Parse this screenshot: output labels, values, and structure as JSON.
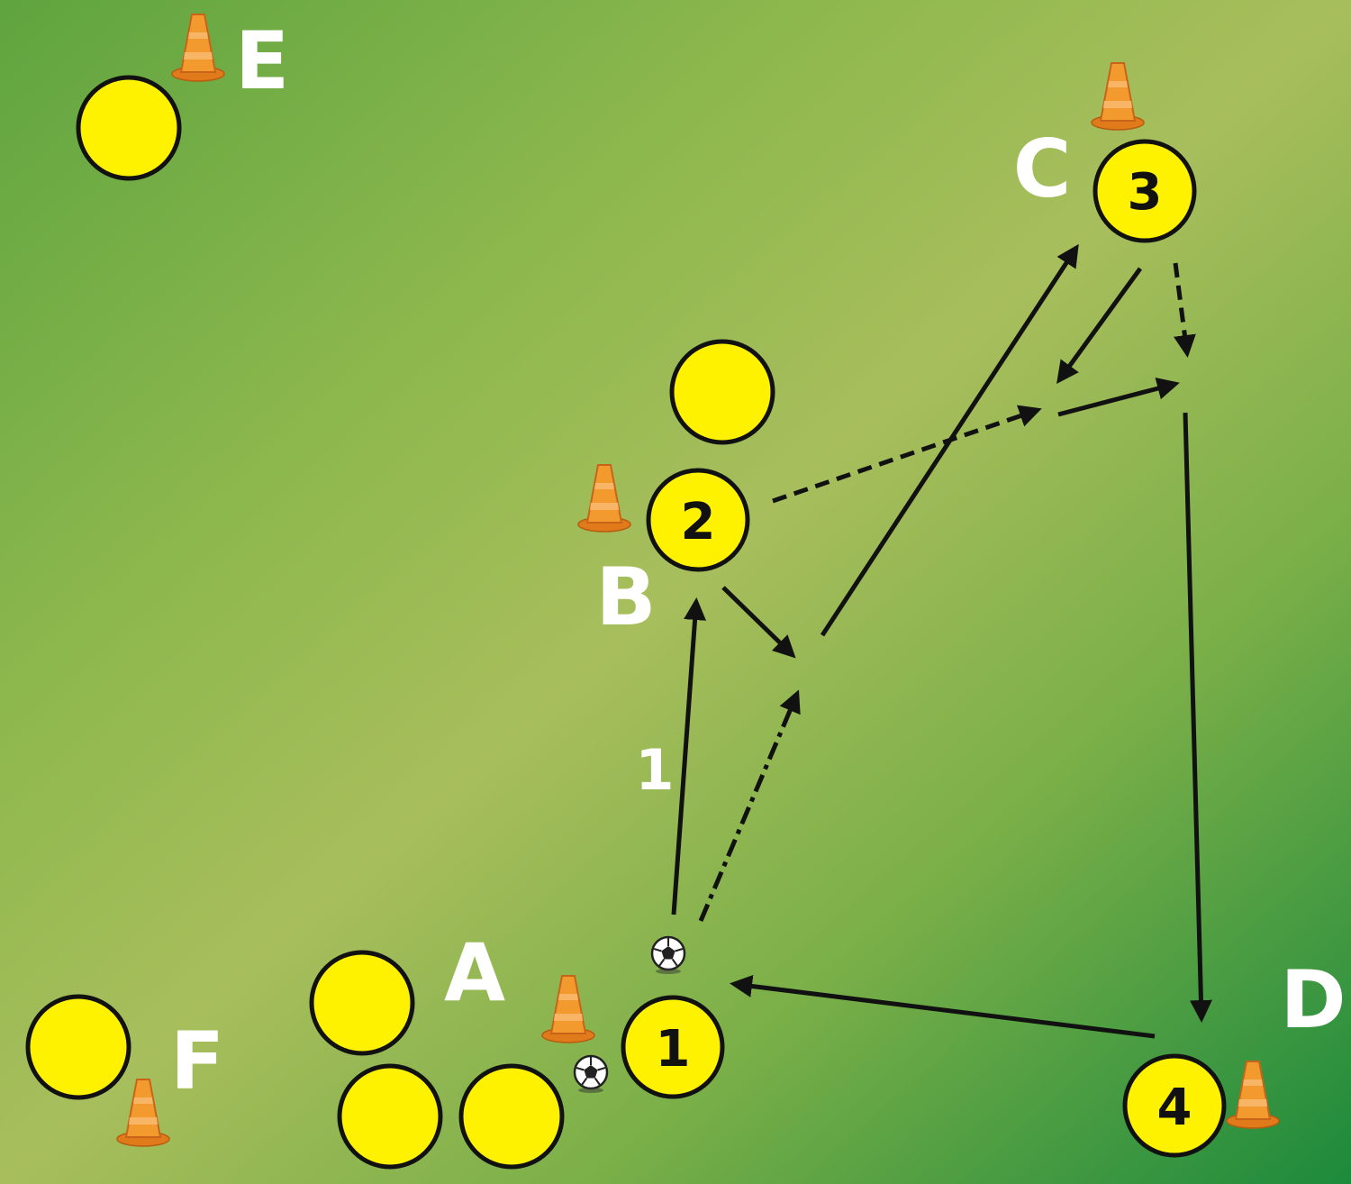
{
  "stations": {
    "A": "A",
    "B": "B",
    "C": "C",
    "D": "D",
    "E": "E",
    "F": "F"
  },
  "players": {
    "p1": "1",
    "p2": "2",
    "p3": "3",
    "p4": "4"
  },
  "step_label": "1",
  "colors": {
    "pitch_light": "#a8be5c",
    "pitch_mid": "#7aaf48",
    "pitch_dark": "#1c8a3c",
    "player": "#fff200",
    "cone": "#f39a2e",
    "line": "#111111",
    "label": "#ffffff"
  },
  "icons": {
    "cone": "training-cone-icon",
    "ball": "soccer-ball-icon"
  }
}
